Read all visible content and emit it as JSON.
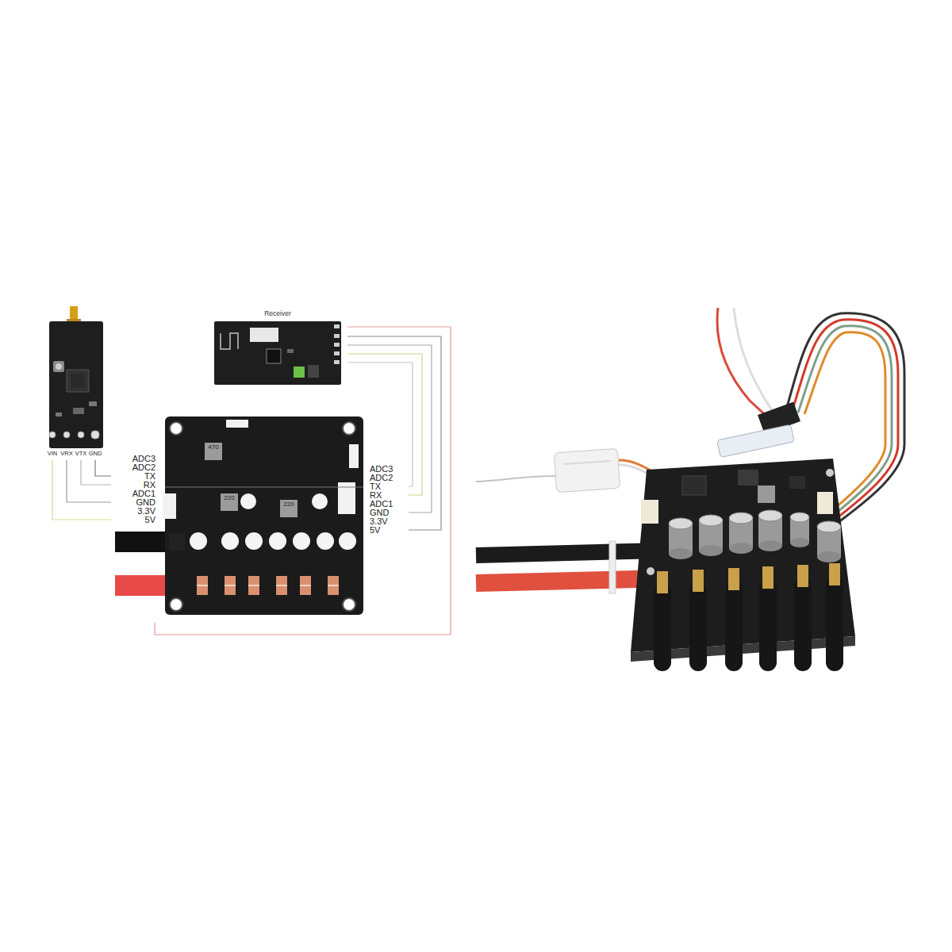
{
  "diagram": {
    "nodes": [
      {
        "text": [
          "VIN",
          "VRX",
          "VTX",
          "GND"
        ]
      },
      {
        "text": [
          "Receiver"
        ]
      },
      {
        "text": [
          "ADC3",
          "ADC2",
          "TX",
          "RX",
          "ADC1",
          "GND",
          "3.3V",
          "5V",
          "ADC3",
          "ADC2",
          "TX",
          "RX",
          "ADC1",
          "GND",
          "3.3V",
          "5V",
          "470",
          "220",
          "220"
        ]
      }
    ],
    "edges": [
      {
        "from": 0,
        "to": 2,
        "arrow": "none"
      },
      {
        "from": 0,
        "to": 2,
        "arrow": "none"
      },
      {
        "from": 0,
        "to": 2,
        "arrow": "none"
      },
      {
        "from": 0,
        "to": 2,
        "arrow": "none"
      },
      {
        "from": 1,
        "to": 2,
        "arrow": "none"
      },
      {
        "from": 1,
        "to": 2,
        "arrow": "none"
      },
      {
        "from": 1,
        "to": 2,
        "arrow": "none"
      },
      {
        "from": 1,
        "to": 2,
        "arrow": "none"
      },
      {
        "from": 1,
        "to": 2,
        "arrow": "none"
      }
    ]
  }
}
